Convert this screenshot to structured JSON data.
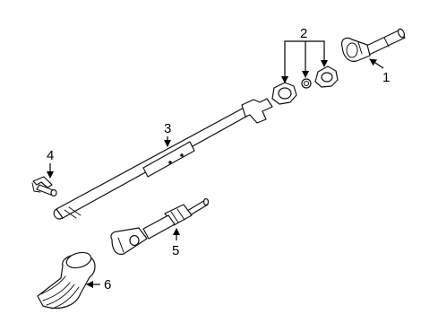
{
  "callouts": {
    "c1": "1",
    "c2": "2",
    "c3": "3",
    "c4": "4",
    "c5": "5",
    "c6": "6"
  },
  "parts": [
    {
      "id": 1,
      "icon": "universal-joint-yoke-shaft"
    },
    {
      "id": 2,
      "icon": "coupling-set"
    },
    {
      "id": 3,
      "icon": "intermediate-shaft"
    },
    {
      "id": 4,
      "icon": "bolt-clip"
    },
    {
      "id": 5,
      "icon": "lower-shaft-assembly"
    },
    {
      "id": 6,
      "icon": "dust-boot"
    }
  ],
  "colors": {
    "line": "#111111",
    "background": "#ffffff"
  }
}
